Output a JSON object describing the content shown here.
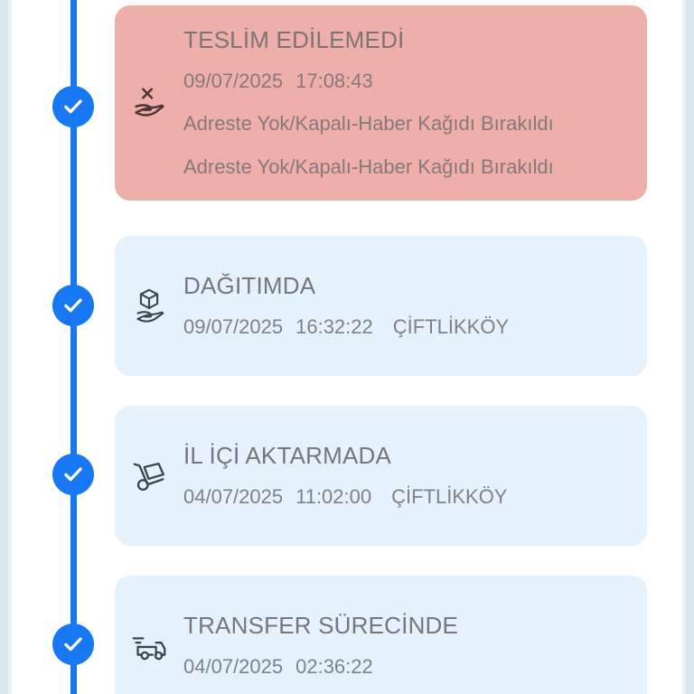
{
  "theme": {
    "page_background": "#ffffff",
    "gutter_color": "#d9e6ec",
    "timeline_color": "#1877f2",
    "alert_card_color": "#eeafaa",
    "neutral_card_color": "#e5f2fb",
    "title_text_color": "#76767c",
    "meta_text_color": "#7e8287",
    "icon_color": "#3b4551"
  },
  "timeline": {
    "nodes": [
      {
        "state": "completed",
        "icon": "check-icon"
      },
      {
        "state": "completed",
        "icon": "check-icon"
      },
      {
        "state": "completed",
        "icon": "check-icon"
      },
      {
        "state": "completed",
        "icon": "check-icon"
      }
    ]
  },
  "events": [
    {
      "status": "TESLİM EDİLEMEDİ",
      "date": "09/07/2025",
      "time": "17:08:43",
      "location": "",
      "notes": [
        "Adreste Yok/Kapalı-Haber Kağıdı Bırakıldı",
        "Adreste Yok/Kapalı-Haber Kağıdı Bırakıldı"
      ],
      "icon": "package-not-delivered-icon",
      "variant": "alert"
    },
    {
      "status": "DAĞITIMDA",
      "date": "09/07/2025",
      "time": "16:32:22",
      "location": "ÇİFTLİKKÖY",
      "notes": [],
      "icon": "package-in-hand-icon",
      "variant": "neutral"
    },
    {
      "status": "İL İÇİ AKTARMADA",
      "date": "04/07/2025",
      "time": "11:02:00",
      "location": "ÇİFTLİKKÖY",
      "notes": [],
      "icon": "hand-truck-icon",
      "variant": "neutral"
    },
    {
      "status": "TRANSFER SÜRECİNDE",
      "date": "04/07/2025",
      "time": "02:36:22",
      "location": "",
      "notes": [],
      "icon": "delivery-truck-icon",
      "variant": "neutral"
    }
  ]
}
